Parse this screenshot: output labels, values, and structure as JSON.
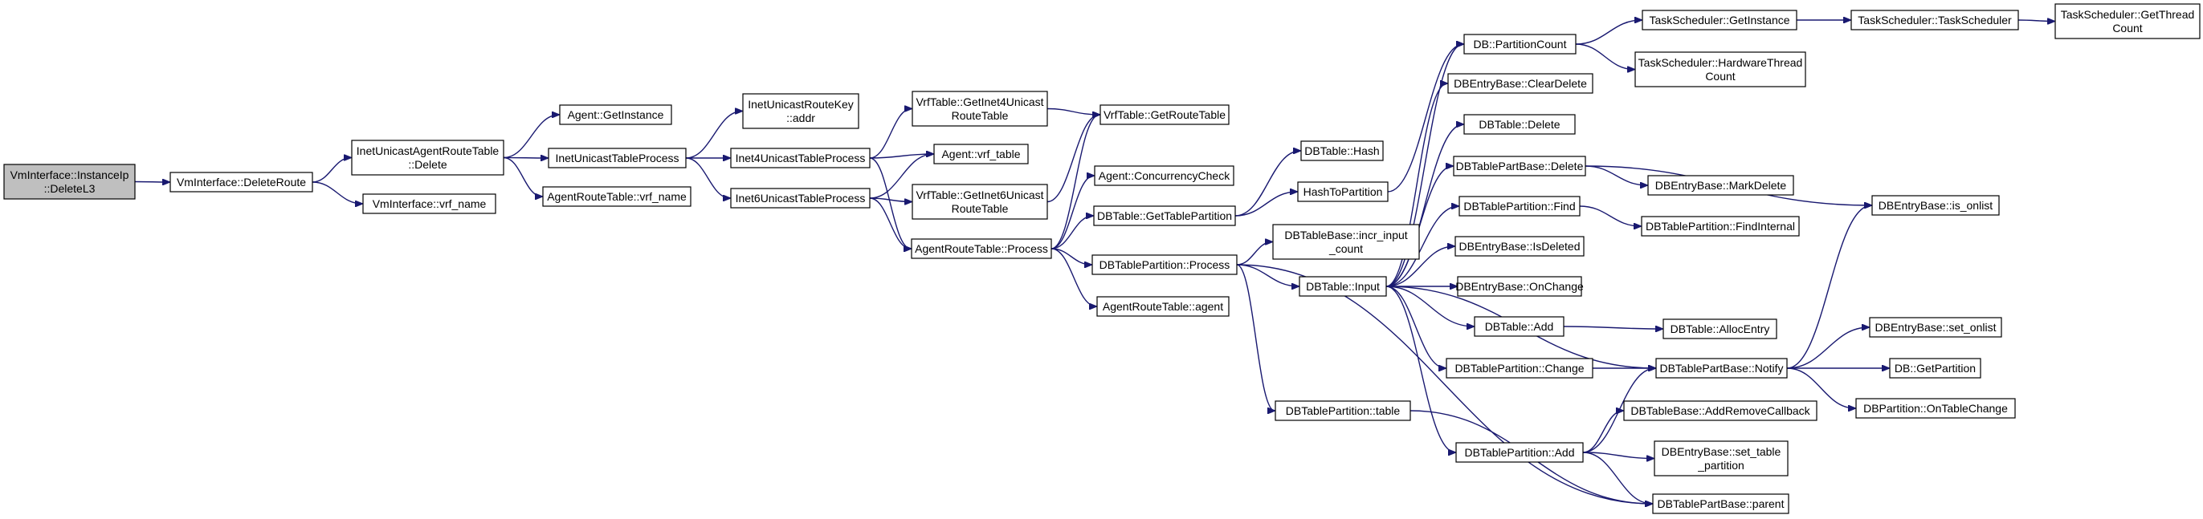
{
  "graph": {
    "edge_color": "#191970",
    "root_fill": "#bfbfbf",
    "nodes": [
      {
        "id": "n0",
        "lines": [
          "VmInterface::InstanceIp",
          "::DeleteL3"
        ],
        "root": true
      },
      {
        "id": "n1",
        "lines": [
          "VmInterface::DeleteRoute"
        ]
      },
      {
        "id": "n2",
        "lines": [
          "InetUnicastAgentRouteTable",
          "::Delete"
        ]
      },
      {
        "id": "n3",
        "lines": [
          "VmInterface::vrf_name"
        ]
      },
      {
        "id": "n4",
        "lines": [
          "Agent::GetInstance"
        ]
      },
      {
        "id": "n5",
        "lines": [
          "InetUnicastTableProcess"
        ]
      },
      {
        "id": "n6",
        "lines": [
          "AgentRouteTable::vrf_name"
        ]
      },
      {
        "id": "n7",
        "lines": [
          "InetUnicastRouteKey",
          "::addr"
        ]
      },
      {
        "id": "n8",
        "lines": [
          "Inet4UnicastTableProcess"
        ]
      },
      {
        "id": "n9",
        "lines": [
          "Inet6UnicastTableProcess"
        ]
      },
      {
        "id": "n10",
        "lines": [
          "VrfTable::GetInet4Unicast",
          "RouteTable"
        ]
      },
      {
        "id": "n11",
        "lines": [
          "Agent::vrf_table"
        ]
      },
      {
        "id": "n12",
        "lines": [
          "VrfTable::GetInet6Unicast",
          "RouteTable"
        ]
      },
      {
        "id": "n13",
        "lines": [
          "AgentRouteTable::Process"
        ]
      },
      {
        "id": "n14",
        "lines": [
          "VrfTable::GetRouteTable"
        ]
      },
      {
        "id": "n15",
        "lines": [
          "Agent::ConcurrencyCheck"
        ]
      },
      {
        "id": "n16",
        "lines": [
          "DBTable::GetTablePartition"
        ]
      },
      {
        "id": "n17",
        "lines": [
          "DBTablePartition::Process"
        ]
      },
      {
        "id": "n18",
        "lines": [
          "AgentRouteTable::agent"
        ]
      },
      {
        "id": "n19",
        "lines": [
          "DBTable::Hash"
        ]
      },
      {
        "id": "n20",
        "lines": [
          "HashToPartition"
        ]
      },
      {
        "id": "n21",
        "lines": [
          "DBTableBase::incr_input",
          "_count"
        ]
      },
      {
        "id": "n22",
        "lines": [
          "DBTable::Input"
        ]
      },
      {
        "id": "n23",
        "lines": [
          "DBTablePartition::table"
        ]
      },
      {
        "id": "n24",
        "lines": [
          "DB::PartitionCount"
        ]
      },
      {
        "id": "n25",
        "lines": [
          "DBEntryBase::ClearDelete"
        ]
      },
      {
        "id": "n26",
        "lines": [
          "DBTable::Delete"
        ]
      },
      {
        "id": "n27",
        "lines": [
          "DBTablePartBase::Delete"
        ]
      },
      {
        "id": "n28",
        "lines": [
          "DBTablePartition::Find"
        ]
      },
      {
        "id": "n29",
        "lines": [
          "DBEntryBase::IsDeleted"
        ]
      },
      {
        "id": "n30",
        "lines": [
          "DBEntryBase::OnChange"
        ]
      },
      {
        "id": "n31",
        "lines": [
          "DBTable::Add"
        ]
      },
      {
        "id": "n32",
        "lines": [
          "DBTablePartition::Change"
        ]
      },
      {
        "id": "n33",
        "lines": [
          "DBTablePartition::Add"
        ]
      },
      {
        "id": "n34",
        "lines": [
          "TaskScheduler::GetInstance"
        ]
      },
      {
        "id": "n35",
        "lines": [
          "TaskScheduler::HardwareThread",
          "Count"
        ]
      },
      {
        "id": "n36",
        "lines": [
          "TaskScheduler::TaskScheduler"
        ]
      },
      {
        "id": "n37",
        "lines": [
          "TaskScheduler::GetThread",
          "Count"
        ]
      },
      {
        "id": "n38",
        "lines": [
          "DBEntryBase::MarkDelete"
        ]
      },
      {
        "id": "n39",
        "lines": [
          "DBTablePartition::FindInternal"
        ]
      },
      {
        "id": "n40",
        "lines": [
          "DBTable::AllocEntry"
        ]
      },
      {
        "id": "n41",
        "lines": [
          "DBTablePartBase::Notify"
        ]
      },
      {
        "id": "n42",
        "lines": [
          "DBTableBase::AddRemoveCallback"
        ]
      },
      {
        "id": "n43",
        "lines": [
          "DBEntryBase::set_table",
          "_partition"
        ]
      },
      {
        "id": "n44",
        "lines": [
          "DBTablePartBase::parent"
        ]
      },
      {
        "id": "n45",
        "lines": [
          "DBEntryBase::is_onlist"
        ]
      },
      {
        "id": "n46",
        "lines": [
          "DBEntryBase::set_onlist"
        ]
      },
      {
        "id": "n47",
        "lines": [
          "DB::GetPartition"
        ]
      },
      {
        "id": "n48",
        "lines": [
          "DBPartition::OnTableChange"
        ]
      }
    ],
    "edges": [
      [
        "n0",
        "n1"
      ],
      [
        "n1",
        "n2"
      ],
      [
        "n1",
        "n3"
      ],
      [
        "n2",
        "n4"
      ],
      [
        "n2",
        "n5"
      ],
      [
        "n2",
        "n6"
      ],
      [
        "n5",
        "n7"
      ],
      [
        "n5",
        "n8"
      ],
      [
        "n5",
        "n9"
      ],
      [
        "n8",
        "n10"
      ],
      [
        "n8",
        "n11"
      ],
      [
        "n8",
        "n13"
      ],
      [
        "n9",
        "n11"
      ],
      [
        "n9",
        "n12"
      ],
      [
        "n9",
        "n13"
      ],
      [
        "n10",
        "n14"
      ],
      [
        "n12",
        "n14"
      ],
      [
        "n13",
        "n14"
      ],
      [
        "n13",
        "n15"
      ],
      [
        "n13",
        "n16"
      ],
      [
        "n13",
        "n17"
      ],
      [
        "n13",
        "n18"
      ],
      [
        "n16",
        "n19"
      ],
      [
        "n16",
        "n20"
      ],
      [
        "n20",
        "n24"
      ],
      [
        "n17",
        "n21"
      ],
      [
        "n17",
        "n22"
      ],
      [
        "n17",
        "n23"
      ],
      [
        "n17",
        "n44"
      ],
      [
        "n22",
        "n24"
      ],
      [
        "n22",
        "n25"
      ],
      [
        "n22",
        "n26"
      ],
      [
        "n22",
        "n27"
      ],
      [
        "n22",
        "n28"
      ],
      [
        "n22",
        "n29"
      ],
      [
        "n22",
        "n30"
      ],
      [
        "n22",
        "n31"
      ],
      [
        "n22",
        "n32"
      ],
      [
        "n22",
        "n33"
      ],
      [
        "n22",
        "n41"
      ],
      [
        "n23",
        "n44"
      ],
      [
        "n24",
        "n34"
      ],
      [
        "n24",
        "n35"
      ],
      [
        "n34",
        "n36"
      ],
      [
        "n36",
        "n37"
      ],
      [
        "n27",
        "n38"
      ],
      [
        "n27",
        "n45"
      ],
      [
        "n28",
        "n39"
      ],
      [
        "n31",
        "n40"
      ],
      [
        "n32",
        "n41"
      ],
      [
        "n33",
        "n41"
      ],
      [
        "n33",
        "n42"
      ],
      [
        "n33",
        "n43"
      ],
      [
        "n33",
        "n44"
      ],
      [
        "n41",
        "n45"
      ],
      [
        "n41",
        "n46"
      ],
      [
        "n41",
        "n47"
      ],
      [
        "n41",
        "n48"
      ]
    ]
  }
}
